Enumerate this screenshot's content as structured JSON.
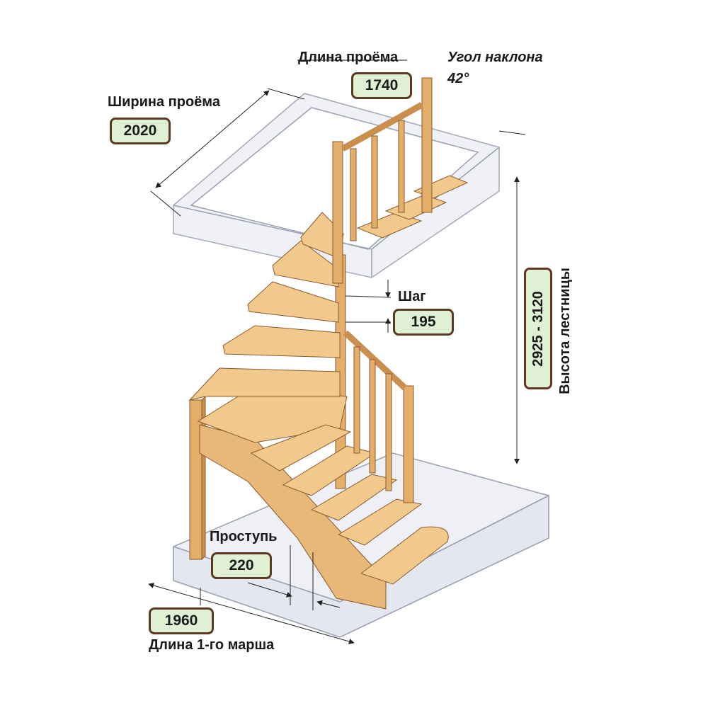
{
  "labels": {
    "opening_length": "Длина проёма",
    "opening_length_value": "1740",
    "slope_angle_title": "Угол наклона",
    "slope_angle_value": "42°",
    "opening_width": "Ширина проёма",
    "opening_width_value": "2020",
    "step": "Шаг",
    "step_value": "195",
    "stair_height": "Высота лестницы",
    "stair_height_value": "2925 - 3120",
    "tread": "Проступь",
    "tread_value": "220",
    "first_flight_length": "Длина 1-го марша",
    "first_flight_length_value": "1960"
  },
  "colors": {
    "wood_light": "#f1c98d",
    "wood_mid": "#e3ad6a",
    "wood_dark": "#c98f4e",
    "edge": "#8a5a2e",
    "glass": "#eef0f6",
    "glass_edge": "#9aa0b0",
    "box_fill": "#dff0d5",
    "box_border": "#5b3a23"
  }
}
